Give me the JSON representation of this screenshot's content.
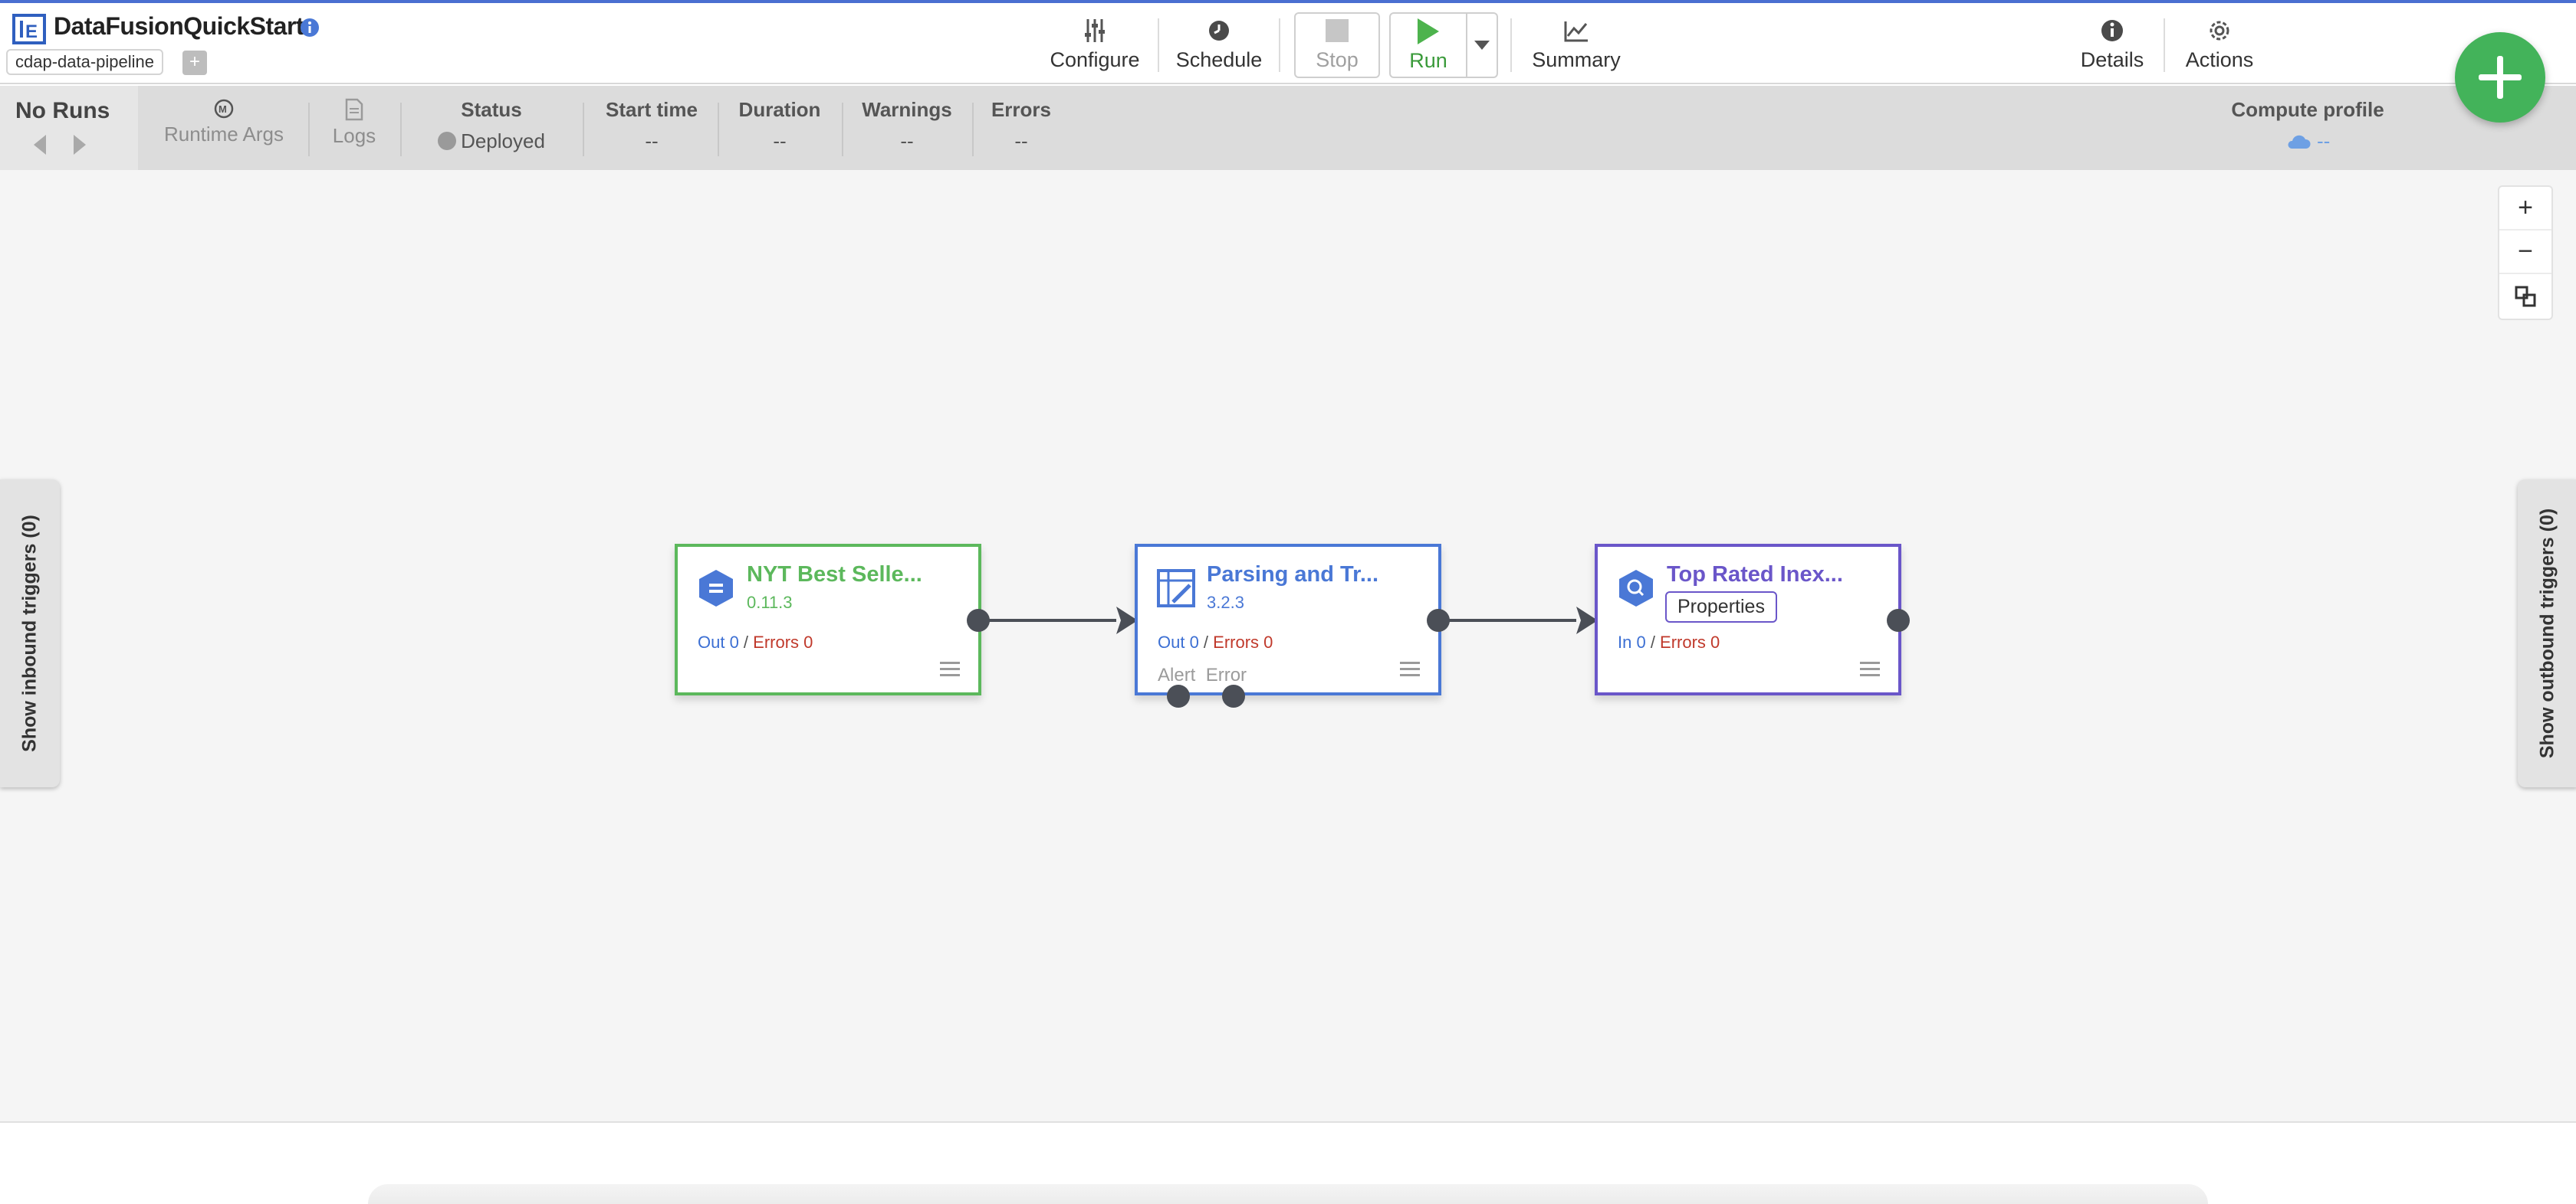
{
  "header": {
    "app_title": "DataFusionQuickStart",
    "namespace": "cdap-data-pipeline",
    "namespace_add": "+",
    "toolbar": {
      "configure": "Configure",
      "schedule": "Schedule",
      "stop": "Stop",
      "run": "Run",
      "summary": "Summary",
      "details": "Details",
      "actions": "Actions"
    }
  },
  "runbar": {
    "no_runs": "No Runs",
    "runtime_args": "Runtime Args",
    "logs": "Logs",
    "status_label": "Status",
    "status_value": "Deployed",
    "start_time_label": "Start time",
    "start_time_value": "--",
    "duration_label": "Duration",
    "duration_value": "--",
    "warnings_label": "Warnings",
    "warnings_value": "--",
    "errors_label": "Errors",
    "errors_value": "--",
    "compute_profile_label": "Compute profile",
    "compute_profile_value": "--"
  },
  "canvas": {
    "zoom": {
      "in": "+",
      "out": "−"
    },
    "inbound_triggers": "Show inbound triggers (0)",
    "outbound_triggers": "Show outbound triggers (0)",
    "nodes": [
      {
        "name": "NYT Best Selle...",
        "version": "0.11.3",
        "metric_a": "Out 0",
        "metric_sep": " / ",
        "metric_b": "Errors 0",
        "color": "#5cb85c"
      },
      {
        "name": "Parsing and Tr...",
        "version": "3.2.3",
        "metric_a": "Out 0",
        "metric_sep": " / ",
        "metric_b": "Errors 0",
        "alert": "Alert",
        "error": "Error",
        "color": "#4a78d6"
      },
      {
        "name": "Top Rated Inex...",
        "properties": "Properties",
        "metric_a": "In 0",
        "metric_sep": " / ",
        "metric_b": "Errors 0",
        "color": "#6a56c9"
      }
    ]
  },
  "colors": {
    "accent_blue": "#4a6fd1",
    "run_green": "#4db34d",
    "fab_green": "#43b35a",
    "error_red": "#c0392b"
  }
}
